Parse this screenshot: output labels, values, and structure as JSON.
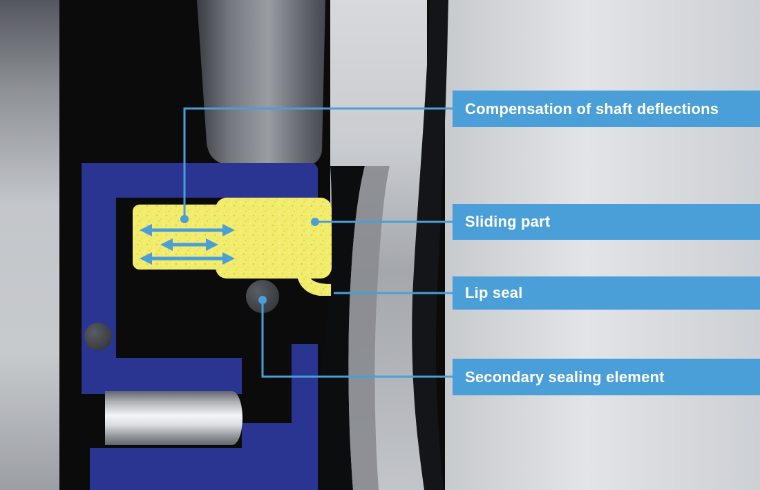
{
  "diagram": {
    "callouts": [
      {
        "id": "compensation",
        "label": "Compensation of shaft deflections"
      },
      {
        "id": "sliding-part",
        "label": "Sliding part"
      },
      {
        "id": "lip-seal",
        "label": "Lip seal"
      },
      {
        "id": "secondary-sealing-element",
        "label": "Secondary sealing element"
      }
    ]
  },
  "colors": {
    "accent_blue": "#4a9fd8",
    "housing_blue": "#2a3591",
    "part_yellow": "#f2ec6d",
    "bg_gray": "#d4d6d9",
    "cavity_black": "#0b0b0c"
  }
}
